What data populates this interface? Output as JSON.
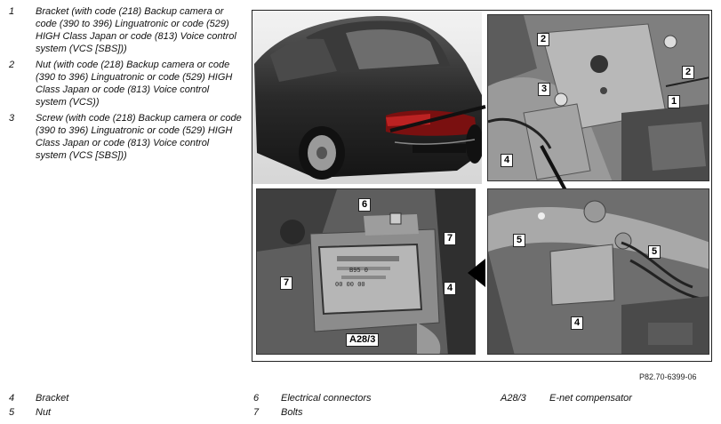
{
  "legend_top": [
    {
      "num": "1",
      "text": "Bracket (with code (218) Backup camera or code (390 to 396) Linguatronic or code (529) HIGH Class Japan or code (813) Voice control system (VCS [SBS]))"
    },
    {
      "num": "2",
      "text": "Nut (with code (218) Backup camera or code (390 to 396) Linguatronic or code (529) HIGH Class Japan or code (813) Voice control system (VCS))"
    },
    {
      "num": "3",
      "text": "Screw (with code (218) Backup camera or code (390 to 396) Linguatronic or code (529) HIGH Class Japan or code (813) Voice control system (VCS [SBS]))"
    }
  ],
  "callouts": {
    "tr": [
      "2",
      "2",
      "3",
      "1",
      "4"
    ],
    "bl": [
      "6",
      "7",
      "7",
      "4",
      "A28/3"
    ],
    "br": [
      "5",
      "5",
      "4"
    ]
  },
  "module_label": {
    "line1": "00 00 00",
    "line2": "B95 0"
  },
  "figure_id": "P82.70-6399-06",
  "legend_bottom": [
    {
      "num": "4",
      "text": "Bracket"
    },
    {
      "num": "5",
      "text": "Nut"
    },
    {
      "num": "6",
      "text": "Electrical connectors"
    },
    {
      "num": "7",
      "text": "Bolts"
    },
    {
      "num": "A28/3",
      "text": "E-net compensator"
    }
  ]
}
